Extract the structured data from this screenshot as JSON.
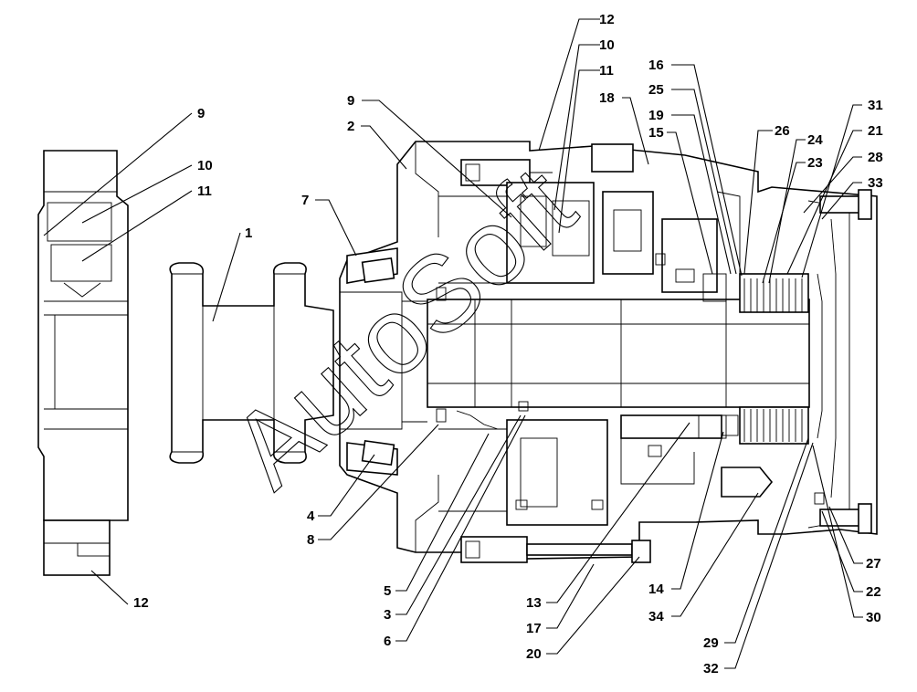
{
  "callouts": [
    {
      "id": "c9a",
      "label": "9"
    },
    {
      "id": "c10a",
      "label": "10"
    },
    {
      "id": "c11a",
      "label": "11"
    },
    {
      "id": "c1",
      "label": "1"
    },
    {
      "id": "c12b",
      "label": "12"
    },
    {
      "id": "c12a",
      "label": "12"
    },
    {
      "id": "c10b",
      "label": "10"
    },
    {
      "id": "c11b",
      "label": "11"
    },
    {
      "id": "c18",
      "label": "18"
    },
    {
      "id": "c9b",
      "label": "9"
    },
    {
      "id": "c2",
      "label": "2"
    },
    {
      "id": "c7",
      "label": "7"
    },
    {
      "id": "c16",
      "label": "16"
    },
    {
      "id": "c25",
      "label": "25"
    },
    {
      "id": "c19",
      "label": "19"
    },
    {
      "id": "c15",
      "label": "15"
    },
    {
      "id": "c26",
      "label": "26"
    },
    {
      "id": "c24",
      "label": "24"
    },
    {
      "id": "c23",
      "label": "23"
    },
    {
      "id": "c31",
      "label": "31"
    },
    {
      "id": "c21",
      "label": "21"
    },
    {
      "id": "c28",
      "label": "28"
    },
    {
      "id": "c33",
      "label": "33"
    },
    {
      "id": "c4",
      "label": "4"
    },
    {
      "id": "c8",
      "label": "8"
    },
    {
      "id": "c5",
      "label": "5"
    },
    {
      "id": "c3",
      "label": "3"
    },
    {
      "id": "c6",
      "label": "6"
    },
    {
      "id": "c13",
      "label": "13"
    },
    {
      "id": "c17",
      "label": "17"
    },
    {
      "id": "c20",
      "label": "20"
    },
    {
      "id": "c14",
      "label": "14"
    },
    {
      "id": "c34",
      "label": "34"
    },
    {
      "id": "c29",
      "label": "29"
    },
    {
      "id": "c32",
      "label": "32"
    },
    {
      "id": "c27",
      "label": "27"
    },
    {
      "id": "c22",
      "label": "22"
    },
    {
      "id": "c30",
      "label": "30"
    }
  ],
  "watermark": "AutoSoft"
}
